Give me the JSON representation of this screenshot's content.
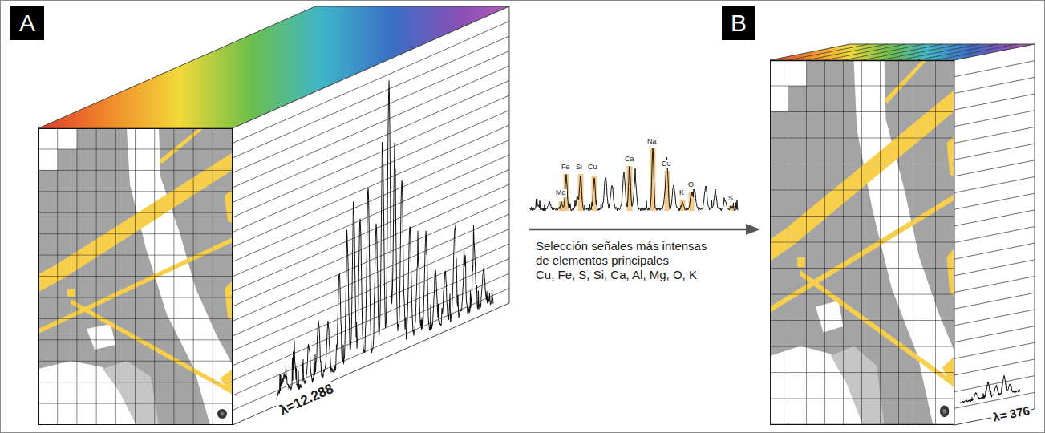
{
  "diagram": {
    "nodes": [
      {
        "text": [
          "A"
        ]
      },
      {
        "text": [
          "B"
        ]
      }
    ],
    "labels": [
      "λ=12.288",
      "Mg",
      "Fe",
      "Si",
      "Cu",
      "Ca",
      "Na",
      "Cu",
      "K",
      "O",
      "S",
      "Selección señales más intensas de elementos principales",
      "Cu, Fe, S, Si, Ca, Al, Mg, O, K",
      "λ= 376"
    ]
  }
}
